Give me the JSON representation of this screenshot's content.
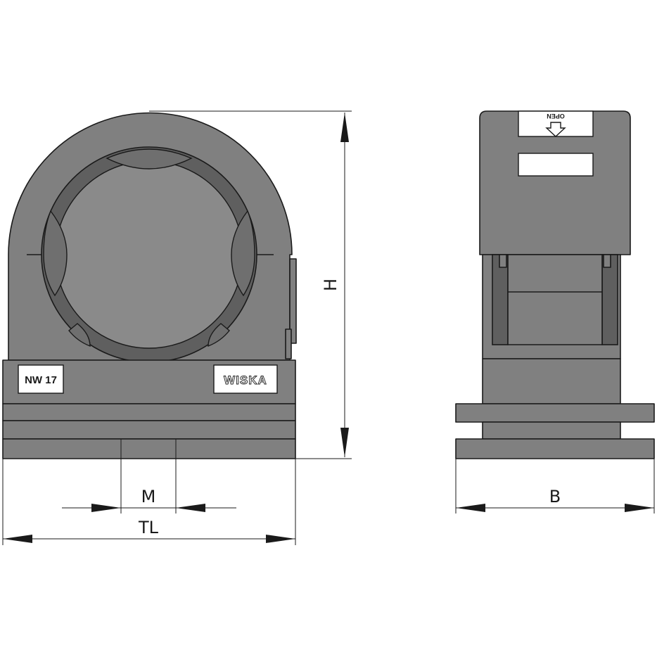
{
  "front_view": {
    "size_label": "NW 17",
    "brand_label": "WISKA"
  },
  "side_view": {
    "lid_label": "OPEN"
  },
  "dimensions": {
    "height": "H",
    "mounting_distance": "M",
    "total_length": "TL",
    "width": "B"
  },
  "colors": {
    "part_fill": "#808080",
    "line": "#1a1a1a",
    "background": "#ffffff"
  }
}
